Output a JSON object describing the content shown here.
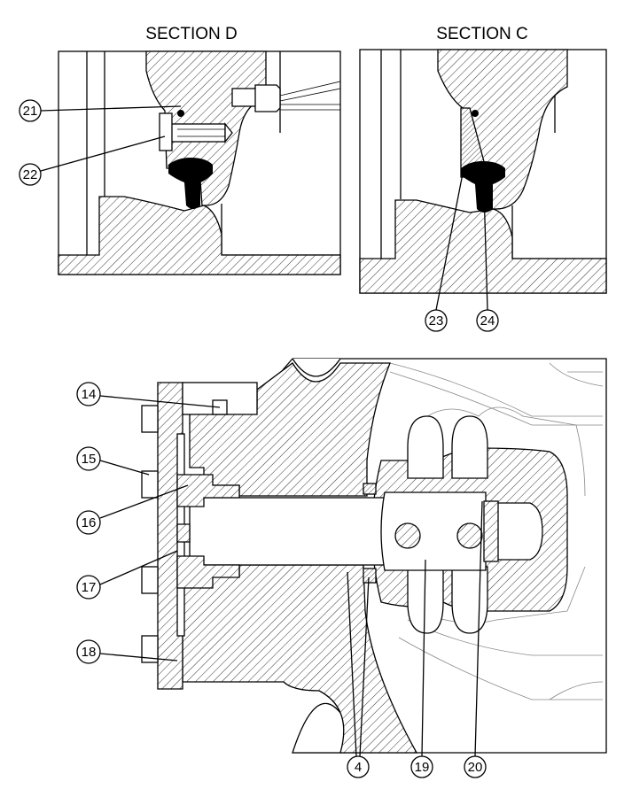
{
  "views": {
    "section_d": {
      "title": "SECTION D"
    },
    "section_c": {
      "title": "SECTION C"
    }
  },
  "callouts": {
    "c21": "21",
    "c22": "22",
    "c23": "23",
    "c24": "24",
    "c14": "14",
    "c15": "15",
    "c16": "16",
    "c17": "17",
    "c18": "18",
    "c4": "4",
    "c19": "19",
    "c20": "20"
  }
}
